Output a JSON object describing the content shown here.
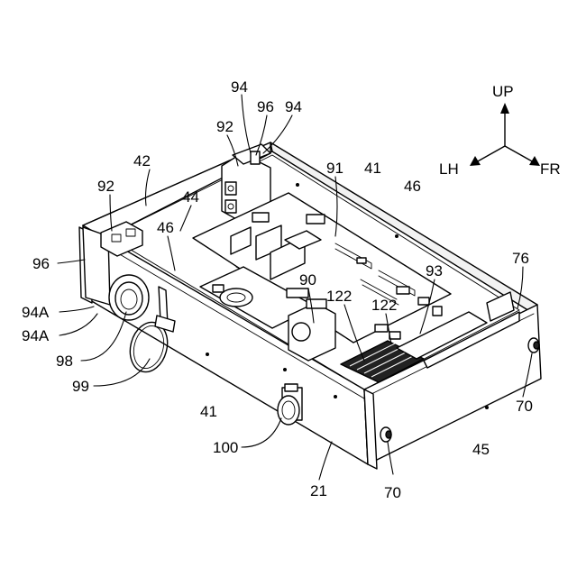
{
  "figure": {
    "directions": {
      "up": "UP",
      "left_hand": "LH",
      "front": "FR"
    },
    "refs": {
      "r94a": "94",
      "r96a": "96",
      "r94b": "94",
      "r92a": "92",
      "r42": "42",
      "r91": "91",
      "r41a": "41",
      "r46a": "46",
      "r92b": "92",
      "r44": "44",
      "r46b": "46",
      "r96b": "96",
      "r93": "93",
      "r76": "76",
      "r90": "90",
      "r122a": "122",
      "r122b": "122",
      "r94A1": "94A",
      "r94A2": "94A",
      "r98": "98",
      "r99": "99",
      "r41b": "41",
      "r70a": "70",
      "r45": "45",
      "r100": "100",
      "r70b": "70",
      "r21": "21"
    }
  }
}
